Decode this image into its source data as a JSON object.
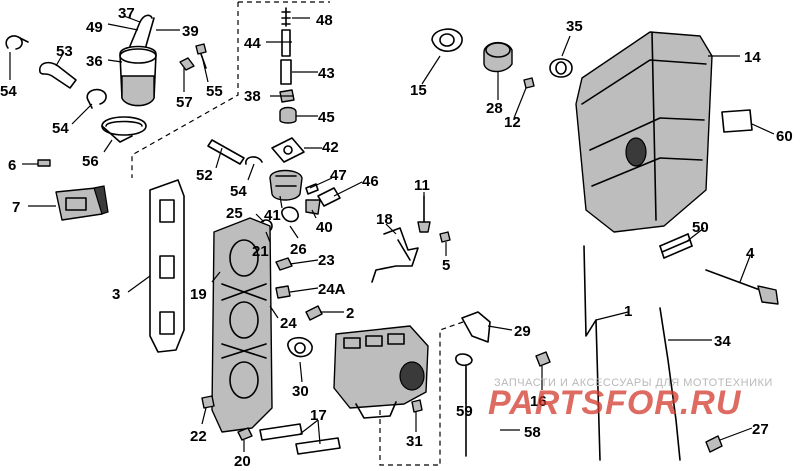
{
  "diagram": {
    "callouts": [
      {
        "id": "c37",
        "text": "37"
      },
      {
        "id": "c49",
        "text": "49"
      },
      {
        "id": "c39",
        "text": "39"
      },
      {
        "id": "c53",
        "text": "53"
      },
      {
        "id": "c36",
        "text": "36"
      },
      {
        "id": "c54a",
        "text": "54"
      },
      {
        "id": "c57",
        "text": "57"
      },
      {
        "id": "c55",
        "text": "55"
      },
      {
        "id": "c54b",
        "text": "54"
      },
      {
        "id": "c56",
        "text": "56"
      },
      {
        "id": "c6",
        "text": "6"
      },
      {
        "id": "c7",
        "text": "7"
      },
      {
        "id": "c3",
        "text": "3"
      },
      {
        "id": "c48",
        "text": "48"
      },
      {
        "id": "c44",
        "text": "44"
      },
      {
        "id": "c43",
        "text": "43"
      },
      {
        "id": "c38",
        "text": "38"
      },
      {
        "id": "c45",
        "text": "45"
      },
      {
        "id": "c42",
        "text": "42"
      },
      {
        "id": "c52",
        "text": "52"
      },
      {
        "id": "c54c",
        "text": "54"
      },
      {
        "id": "c47",
        "text": "47"
      },
      {
        "id": "c46",
        "text": "46"
      },
      {
        "id": "c41",
        "text": "41"
      },
      {
        "id": "c40",
        "text": "40"
      },
      {
        "id": "c25",
        "text": "25"
      },
      {
        "id": "c21",
        "text": "21"
      },
      {
        "id": "c26",
        "text": "26"
      },
      {
        "id": "c23",
        "text": "23"
      },
      {
        "id": "c19",
        "text": "19"
      },
      {
        "id": "c24A",
        "text": "24A"
      },
      {
        "id": "c24",
        "text": "24"
      },
      {
        "id": "c2",
        "text": "2"
      },
      {
        "id": "c30",
        "text": "30"
      },
      {
        "id": "c22",
        "text": "22"
      },
      {
        "id": "c17",
        "text": "17"
      },
      {
        "id": "c20",
        "text": "20"
      },
      {
        "id": "c31",
        "text": "31"
      },
      {
        "id": "c11",
        "text": "11"
      },
      {
        "id": "c18",
        "text": "18"
      },
      {
        "id": "c5",
        "text": "5"
      },
      {
        "id": "c29",
        "text": "29"
      },
      {
        "id": "c16",
        "text": "16"
      },
      {
        "id": "c59",
        "text": "59"
      },
      {
        "id": "c58",
        "text": "58"
      },
      {
        "id": "c15",
        "text": "15"
      },
      {
        "id": "c28",
        "text": "28"
      },
      {
        "id": "c35",
        "text": "35"
      },
      {
        "id": "c12",
        "text": "12"
      },
      {
        "id": "c14",
        "text": "14"
      },
      {
        "id": "c60",
        "text": "60"
      },
      {
        "id": "c50",
        "text": "50"
      },
      {
        "id": "c4",
        "text": "4"
      },
      {
        "id": "c1",
        "text": "1"
      },
      {
        "id": "c34",
        "text": "34"
      },
      {
        "id": "c27",
        "text": "27"
      }
    ]
  },
  "watermark": {
    "tagline": "ЗАПЧАСТИ И АКСЕССУАРЫ ДЛЯ МОТОТЕХНИКИ",
    "brand": "PARTSFOR.RU"
  }
}
